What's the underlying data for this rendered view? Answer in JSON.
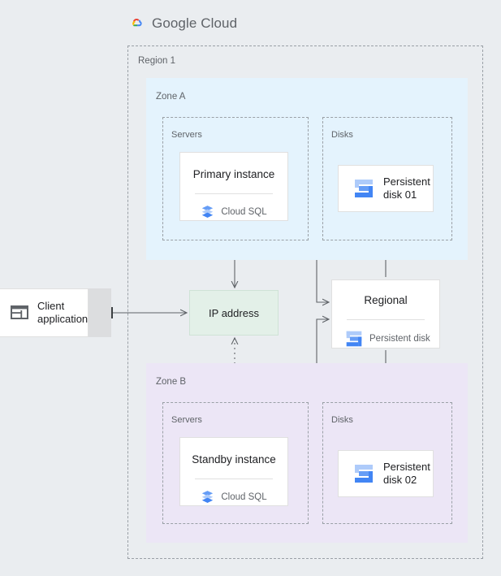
{
  "brand": {
    "name_bold": "Google",
    "name_light": "Cloud",
    "logo_icon": "google-cloud-logo-icon",
    "colors": {
      "red": "#ea4335",
      "yellow": "#fbbc04",
      "blue": "#4285f4",
      "green": "#34a853",
      "text": "#5f6368"
    }
  },
  "diagram": {
    "background": "#eaedf0",
    "region": {
      "label": "Region 1",
      "border_style": "dashed",
      "border_color": "#9aa0a6"
    },
    "zones": [
      {
        "id": "zone-a",
        "label": "Zone A",
        "background": "#e4f3fd"
      },
      {
        "id": "zone-b",
        "label": "Zone B",
        "background": "#ece6f6"
      }
    ],
    "groups": [
      {
        "id": "servers-a",
        "label": "Servers"
      },
      {
        "id": "disks-a",
        "label": "Disks"
      },
      {
        "id": "servers-b",
        "label": "Servers"
      },
      {
        "id": "disks-b",
        "label": "Disks"
      }
    ],
    "nodes": {
      "client_application": {
        "label": "Client\napplication",
        "icon": "window-layout-icon",
        "background": "#ffffff"
      },
      "ip_address": {
        "label": "IP address",
        "background": "#e3f0e8",
        "border": "#cfe3d6"
      },
      "primary_instance": {
        "title": "Primary instance",
        "service": "Cloud SQL",
        "icon": "cloud-sql-icon"
      },
      "standby_instance": {
        "title": "Standby instance",
        "service": "Cloud SQL",
        "icon": "cloud-sql-icon"
      },
      "persistent_disk_01": {
        "label": "Persistent\ndisk 01",
        "icon": "persistent-disk-icon"
      },
      "persistent_disk_02": {
        "label": "Persistent\ndisk 02",
        "icon": "persistent-disk-icon"
      },
      "regional_disk": {
        "title": "Regional",
        "service": "Persistent disk",
        "icon": "persistent-disk-icon"
      }
    },
    "connectors": [
      {
        "from": "client-application",
        "to": "ip-address",
        "style": "solid",
        "arrow": "end"
      },
      {
        "from": "ip-address",
        "to": "primary-instance",
        "style": "solid",
        "arrow": "both"
      },
      {
        "from": "ip-address",
        "to": "standby-instance",
        "style": "dotted",
        "arrow": "both"
      },
      {
        "from": "primary-instance",
        "to": "regional-disk",
        "style": "solid",
        "arrow": "end"
      },
      {
        "from": "standby-instance",
        "to": "regional-disk",
        "style": "solid",
        "arrow": "end"
      },
      {
        "from": "regional-disk",
        "to": "persistent-disk-01",
        "style": "solid",
        "arrow": "start"
      },
      {
        "from": "regional-disk",
        "to": "persistent-disk-02",
        "style": "solid",
        "arrow": "end"
      }
    ]
  }
}
